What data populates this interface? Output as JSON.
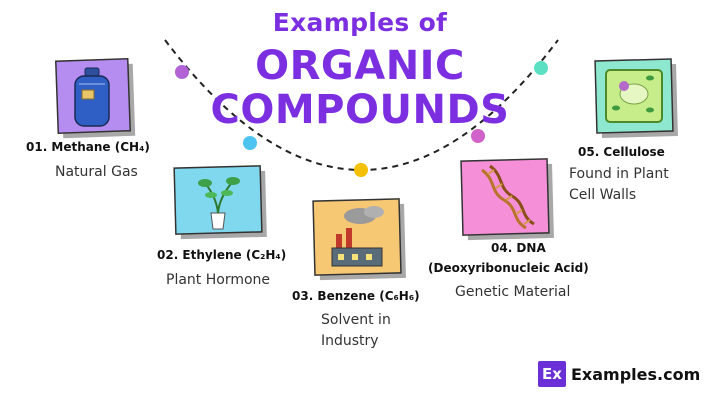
{
  "header": {
    "title_line1": "Examples of",
    "title_line2": "ORGANIC",
    "title_line3": "COMPOUNDS"
  },
  "items": [
    {
      "name": "01. Methane (CH₄)",
      "desc": [
        "Natural Gas"
      ],
      "card_color": "#b58cf0",
      "icon": "gas-cylinder-icon"
    },
    {
      "name": "02. Ethylene (C₂H₄)",
      "desc": [
        "Plant Hormone"
      ],
      "card_color": "#7fd8ee",
      "icon": "potted-plant-icon"
    },
    {
      "name": "03. Benzene (C₆H₆)",
      "desc": [
        "Solvent in",
        "Industry"
      ],
      "card_color": "#f7c873",
      "icon": "factory-icon"
    },
    {
      "name": "04. DNA",
      "name_line2": "(Deoxyribonucleic Acid)",
      "desc": [
        "Genetic Material"
      ],
      "card_color": "#f48fd8",
      "icon": "dna-helix-icon"
    },
    {
      "name": "05. Cellulose",
      "desc": [
        "Found in Plant",
        "Cell Walls"
      ],
      "card_color": "#8ee8cf",
      "icon": "plant-cell-icon"
    }
  ],
  "dot_colors": [
    "#b163d6",
    "#4cc3f0",
    "#f5c000",
    "#d162c9",
    "#5ce0c4"
  ],
  "brand": {
    "logo_mark": "Ex",
    "name": "Examples.com",
    "color": "#6a2fd6"
  }
}
